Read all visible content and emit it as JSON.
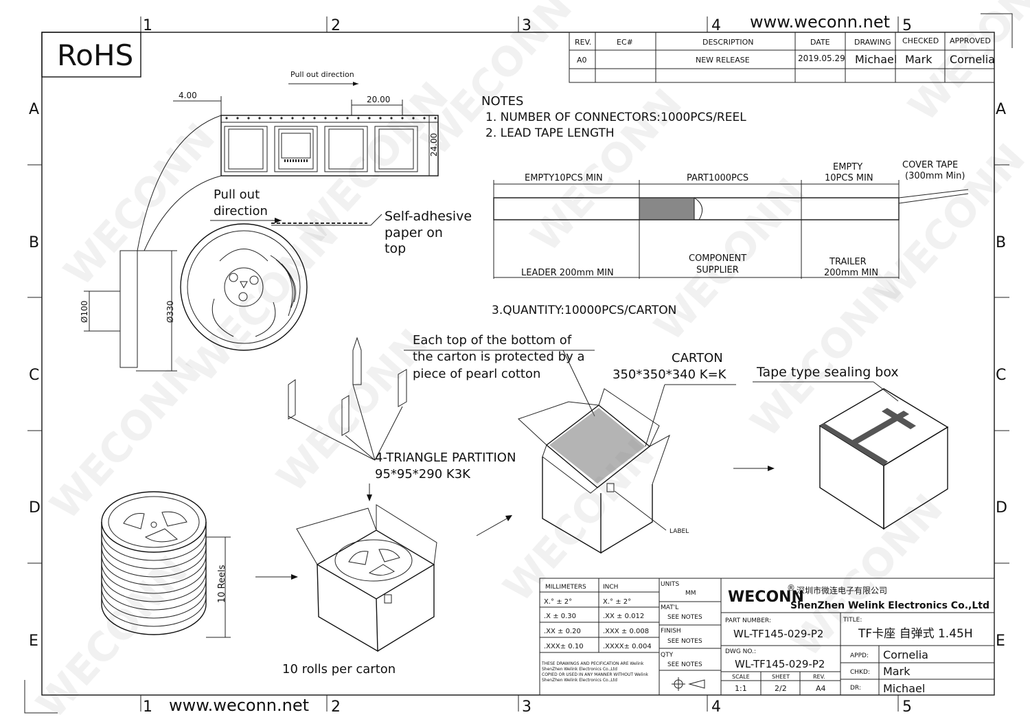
{
  "header": {
    "rohs": "RoHS",
    "website_top": "www.weconn.net",
    "website_bottom": "www.weconn.net",
    "col_numbers": [
      "1",
      "2",
      "3",
      "4",
      "5"
    ],
    "row_letters": [
      "A",
      "B",
      "C",
      "D",
      "E"
    ]
  },
  "revision_table": {
    "headers": [
      "REV.",
      "EC#",
      "DESCRIPTION",
      "DATE",
      "DRAWING",
      "CHECKED",
      "APPROVED"
    ],
    "row": [
      "A0",
      "",
      "NEW RELEASE",
      "2019.05.29",
      "Michael",
      "Mark",
      "Cornelia"
    ]
  },
  "notes": {
    "title": "NOTES",
    "items": [
      "1. NUMBER OF CONNECTORS:1000PCS/REEL",
      "2. LEAD TAPE LENGTH"
    ],
    "quantity": "3.QUANTITY:10000PCS/CARTON"
  },
  "tape": {
    "empty_min": "EMPTY10PCS MIN",
    "part": "PART1000PCS",
    "empty_right": "EMPTY",
    "empty_right_2": "10PCS MIN",
    "cover_tape": "COVER TAPE",
    "cover_tape_2": "(300mm Min)",
    "leader": "LEADER 200mm MIN",
    "component": "COMPONENT",
    "supplier": "SUPPLIER",
    "trailer": "TRAILER",
    "trailer_2": "200mm MIN"
  },
  "reel": {
    "pull_out_small": "Pull out direction",
    "dim_pitch": "4.00",
    "dim_20": "20.00",
    "dim_24": "24.00",
    "pull_out_1": "Pull out",
    "pull_out_2": "direction",
    "adhesive_1": "Self-adhesive",
    "adhesive_2": "paper on",
    "adhesive_3": "top",
    "dia_100": "Ø100",
    "dia_330": "Ø330"
  },
  "packing": {
    "cotton_1": "Each top of the bottom of",
    "cotton_2": "the carton is protected by a",
    "cotton_3": "piece of pearl cotton",
    "carton_1": "CARTON",
    "carton_2": "350*350*340 K=K",
    "sealing": "Tape type sealing box",
    "partition_1": "4-TRIANGLE PARTITION",
    "partition_2": "95*95*290 K3K",
    "ten_reels": "10 Reels",
    "rolls_per_carton": "10 rolls per carton",
    "label": "LABEL"
  },
  "tolerance": {
    "h_mm": "MILLIMETERS",
    "h_in": "INCH",
    "rows": [
      [
        "X.° ± 2°",
        "X.° ± 2°"
      ],
      [
        ".X   ± 0.30",
        ".XX   ± 0.012"
      ],
      [
        ".XX ± 0.20",
        ".XXX ± 0.008"
      ],
      [
        ".XXX± 0.10",
        ".XXXX± 0.004"
      ]
    ],
    "disclaimer": [
      "THESE DRAWINGS AND PECIFICATION ARE Welink",
      "ShenZhen Welink Electronics Co.,Ltd",
      "COPIED OR USED IN ANY MANNER WITHOUT Welink",
      "ShenZhen Welink Electronics Co.,Ltd"
    ]
  },
  "specs": {
    "units_label": "UNITS",
    "units": "MM",
    "matl_label": "MAT'L",
    "matl": "SEE NOTES",
    "finish_label": "FINISH",
    "finish": "SEE NOTES",
    "qty_label": "QTY",
    "qty": "SEE NOTES"
  },
  "title_block": {
    "brand": "WECONN",
    "registered": "®",
    "company_cn": "深圳市微连电子有限公司",
    "company_en": "ShenZhen Welink Electronics Co.,Ltd",
    "part_number_label": "PART NUMBER:",
    "part_number": "WL-TF145-029-P2",
    "title_label": "TITLE:",
    "title": "TF卡座 自弹式 1.45H",
    "dwg_label": "DWG NO.:",
    "dwg": "WL-TF145-029-P2",
    "appd_label": "APPD:",
    "appd": "Cornelia",
    "chkd_label": "CHKD:",
    "chkd": "Mark",
    "dr_label": "DR:",
    "dr": "Michael",
    "scale_label": "SCALE",
    "scale": "1:1",
    "sheet_label": "SHEET",
    "sheet": "2/2",
    "rev_label": "REV.",
    "rev": "A4"
  },
  "watermark": "WECONN"
}
